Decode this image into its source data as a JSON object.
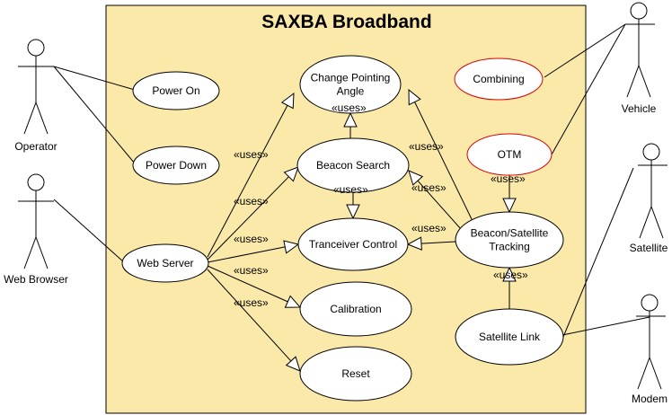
{
  "system": {
    "title": "SAXBA Broadband",
    "fill_color": "#fbe9a9"
  },
  "colors": {
    "line": "#000000",
    "usecase_fill": "#ffffff",
    "highlight_border": "#dd0000"
  },
  "actors": [
    {
      "id": "operator",
      "label": "Operator"
    },
    {
      "id": "web_browser",
      "label": "Web Browser"
    },
    {
      "id": "vehicle",
      "label": "Vehicle"
    },
    {
      "id": "satellite",
      "label": "Satellite"
    },
    {
      "id": "modem",
      "label": "Modem"
    }
  ],
  "use_cases": [
    {
      "id": "power_on",
      "lines": [
        "Power On"
      ]
    },
    {
      "id": "power_down",
      "lines": [
        "Power Down"
      ]
    },
    {
      "id": "web_server",
      "lines": [
        "Web Server"
      ]
    },
    {
      "id": "change_pointing",
      "lines": [
        "Change Pointing",
        "Angle"
      ]
    },
    {
      "id": "beacon_search",
      "lines": [
        "Beacon Search"
      ]
    },
    {
      "id": "tranceiver",
      "lines": [
        "Tranceiver Control"
      ]
    },
    {
      "id": "calibration",
      "lines": [
        "Calibration"
      ]
    },
    {
      "id": "reset",
      "lines": [
        "Reset"
      ]
    },
    {
      "id": "combining",
      "lines": [
        "Combining"
      ],
      "highlighted": true
    },
    {
      "id": "otm",
      "lines": [
        "OTM"
      ],
      "highlighted": true
    },
    {
      "id": "tracking",
      "lines": [
        "Beacon/Satellite",
        "Tracking"
      ]
    },
    {
      "id": "satellite_link",
      "lines": [
        "Satellite Link"
      ]
    }
  ],
  "relationships": [
    {
      "from": "web_server",
      "to": "change_pointing",
      "label": "«uses»"
    },
    {
      "from": "web_server",
      "to": "beacon_search",
      "label": "«uses»"
    },
    {
      "from": "web_server",
      "to": "tranceiver",
      "label": "«uses»"
    },
    {
      "from": "web_server",
      "to": "calibration",
      "label": "«uses»"
    },
    {
      "from": "web_server",
      "to": "reset",
      "label": "«uses»"
    },
    {
      "from": "beacon_search",
      "to": "change_pointing",
      "label": "«uses»"
    },
    {
      "from": "beacon_search",
      "to": "tranceiver",
      "label": "«uses»"
    },
    {
      "from": "tracking",
      "to": "change_pointing",
      "label": "«uses»"
    },
    {
      "from": "tracking",
      "to": "beacon_search",
      "label": "«uses»"
    },
    {
      "from": "tracking",
      "to": "tranceiver",
      "label": "«uses»"
    },
    {
      "from": "otm",
      "to": "tracking",
      "label": "«uses»"
    },
    {
      "from": "satellite_link",
      "to": "tracking",
      "label": "«uses»"
    }
  ],
  "associations": [
    {
      "actor": "operator",
      "use_case": "power_on"
    },
    {
      "actor": "operator",
      "use_case": "power_down"
    },
    {
      "actor": "web_browser",
      "use_case": "web_server"
    },
    {
      "actor": "vehicle",
      "use_case": "combining"
    },
    {
      "actor": "vehicle",
      "use_case": "otm"
    },
    {
      "actor": "satellite",
      "use_case": "satellite_link"
    },
    {
      "actor": "modem",
      "use_case": "satellite_link"
    }
  ]
}
